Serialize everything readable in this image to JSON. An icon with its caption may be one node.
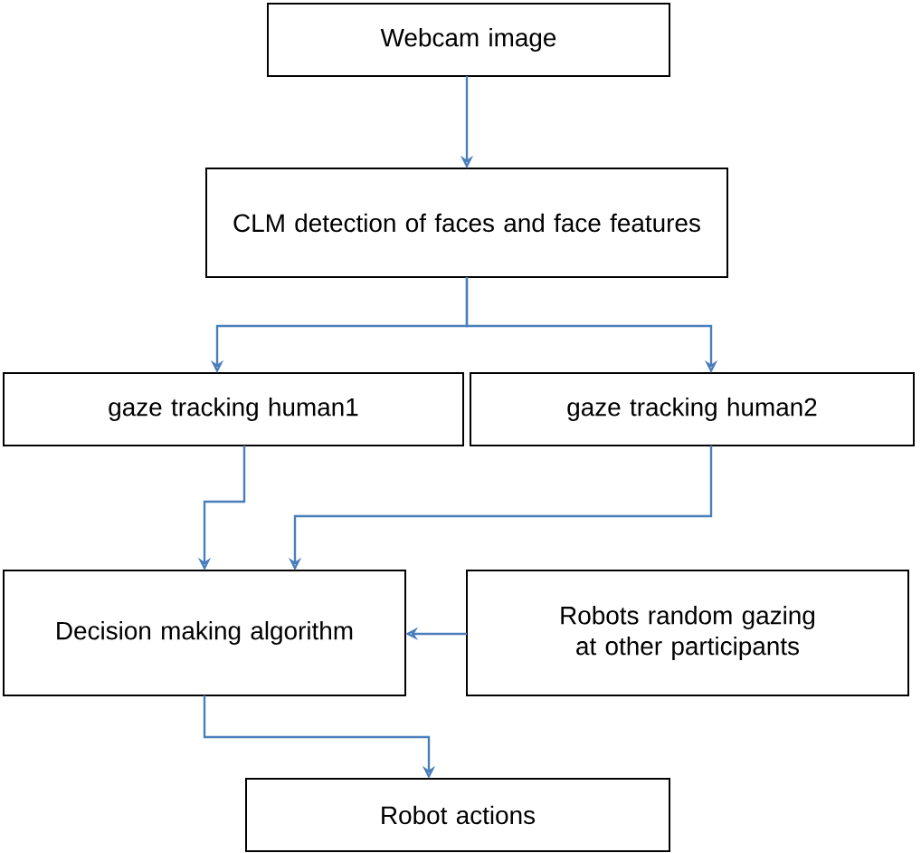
{
  "diagram": {
    "nodes": [
      {
        "text": [
          "Webcam image"
        ]
      },
      {
        "text": [
          "CLM detection of faces and face features"
        ]
      },
      {
        "text": [
          "gaze tracking human1"
        ]
      },
      {
        "text": [
          "gaze tracking human2"
        ]
      },
      {
        "text": [
          "Decision making algorithm"
        ]
      },
      {
        "text": [
          "Robots random gazing at other participants"
        ]
      },
      {
        "text": [
          "Robot actions"
        ]
      }
    ],
    "edges": [
      {
        "from": 0,
        "to": 1,
        "arrow": "to"
      },
      {
        "from": 1,
        "to": 2,
        "arrow": "to"
      },
      {
        "from": 1,
        "to": 3,
        "arrow": "to"
      },
      {
        "from": 2,
        "to": 4,
        "arrow": "to"
      },
      {
        "from": 3,
        "to": 4,
        "arrow": "to"
      },
      {
        "from": 5,
        "to": 4,
        "arrow": "to"
      },
      {
        "from": 4,
        "to": 6,
        "arrow": "to"
      }
    ]
  }
}
